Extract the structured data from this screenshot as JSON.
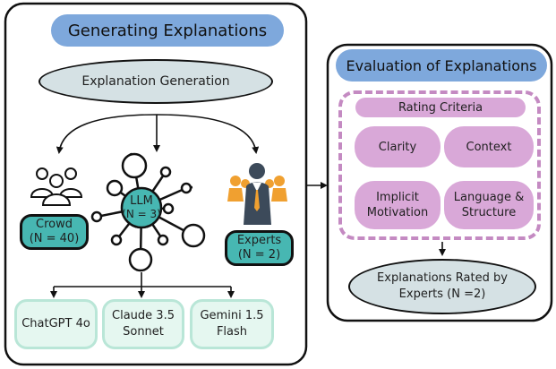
{
  "left_panel": {
    "title": "Generating Explanations",
    "generation": "Explanation Generation",
    "crowd": {
      "line1": "Crowd",
      "line2": "(N = 40)"
    },
    "llm": {
      "line1": "LLM",
      "line2": "(N = 3)"
    },
    "experts": {
      "line1": "Experts",
      "line2": "(N = 2)"
    },
    "models": [
      {
        "line1": "ChatGPT 4o",
        "line2": ""
      },
      {
        "line1": "Claude 3.5",
        "line2": "Sonnet"
      },
      {
        "line1": "Gemini 1.5",
        "line2": "Flash"
      }
    ]
  },
  "right_panel": {
    "title": "Evaluation of Explanations",
    "criteria_title": "Rating Criteria",
    "criteria": [
      {
        "line1": "Clarity",
        "line2": ""
      },
      {
        "line1": "Context",
        "line2": ""
      },
      {
        "line1": "Implicit",
        "line2": "Motivation"
      },
      {
        "line1": "Language &",
        "line2": "Structure"
      }
    ],
    "result": {
      "line1": "Explanations Rated by",
      "line2": "Experts (N =2)"
    }
  },
  "colors": {
    "title_pill": "#7ea8dc",
    "grey_oval": "#d5e1e4",
    "teal": "#47b7b2",
    "mint": "#e5f7f0",
    "mint_border": "#b9e6d7",
    "pink": "#d9a8d8",
    "pink_dash": "#c48ac2",
    "expert_orange": "#f0a030",
    "expert_dark": "#3c4a5a"
  },
  "icons": {
    "crowd": "people-group-icon",
    "llm": "network-hub-icon",
    "experts": "business-team-icon"
  }
}
